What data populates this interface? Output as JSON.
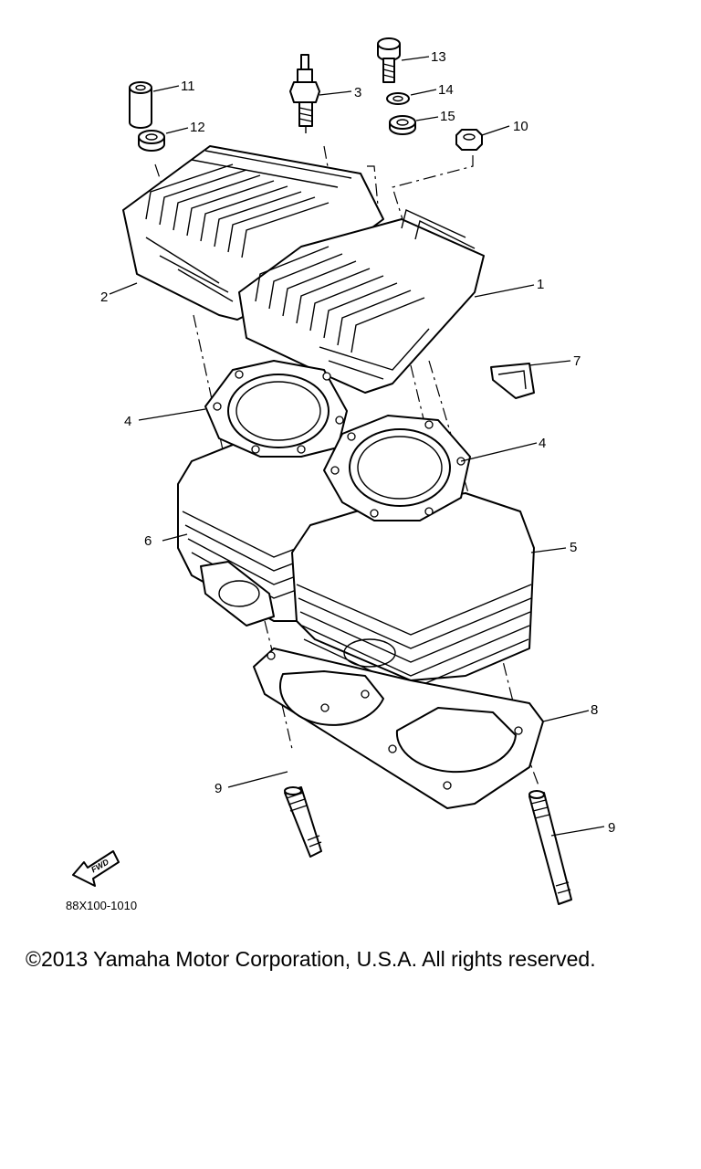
{
  "diagram": {
    "part_code": "88X100-1010",
    "fwd_label": "FWD",
    "callouts": [
      "1",
      "2",
      "3",
      "4",
      "4",
      "5",
      "6",
      "7",
      "8",
      "9",
      "9",
      "10",
      "11",
      "12",
      "13",
      "14",
      "15"
    ]
  },
  "copyright": "©2013 Yamaha Motor Corporation, U.S.A. All rights reserved."
}
